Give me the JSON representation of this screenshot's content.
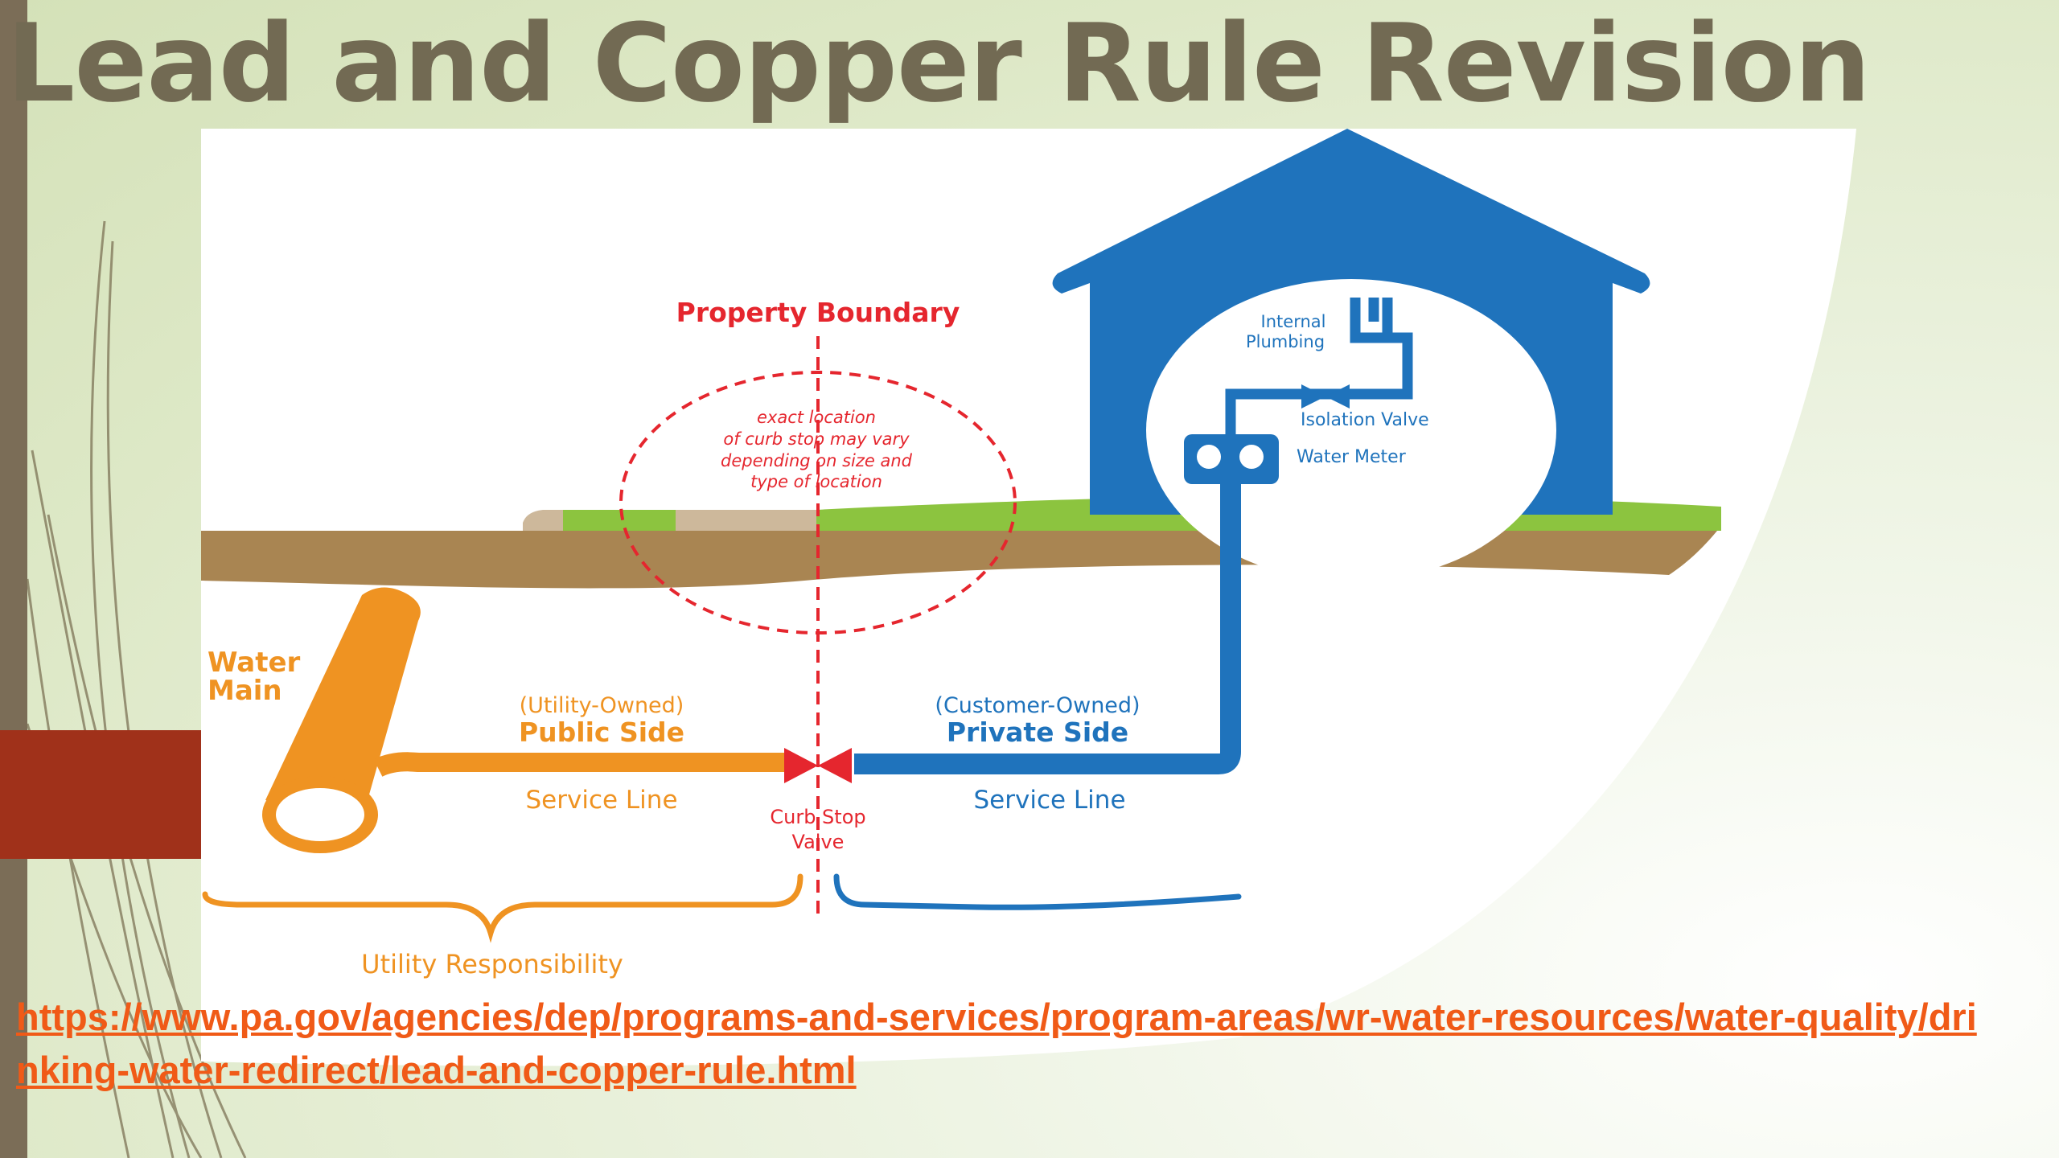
{
  "slide": {
    "title": "Lead and Copper Rule Revision",
    "link_text": "https://www.pa.gov/agencies/dep/programs-and-services/program-areas/wr-water-resources/water-quality/drinking-water-redirect/lead-and-copper-rule.html"
  },
  "diagram": {
    "property_boundary": "Property Boundary",
    "curb_note": [
      "exact location",
      "of curb stop may vary",
      "depending on size and",
      "type of location"
    ],
    "internal_plumbing": [
      "Internal",
      "Plumbing"
    ],
    "isolation_valve": "Isolation Valve",
    "water_meter": "Water Meter",
    "water_main": [
      "Water",
      "Main"
    ],
    "public_owner": "(Utility-Owned)",
    "public_side": "Public Side",
    "public_service_line": "Service Line",
    "private_owner": "(Customer-Owned)",
    "private_side": "Private Side",
    "private_service_line": "Service Line",
    "curb_stop_valve": [
      "Curb Stop",
      "Valve"
    ],
    "utility_responsibility": "Utility Responsibility"
  },
  "colors": {
    "title": "#726a53",
    "link": "#f05a17",
    "utility_orange": "#ef9322",
    "customer_blue": "#1f73bc",
    "boundary_red": "#e5262e",
    "grass": "#8cc43f",
    "soil": "#a98552"
  }
}
